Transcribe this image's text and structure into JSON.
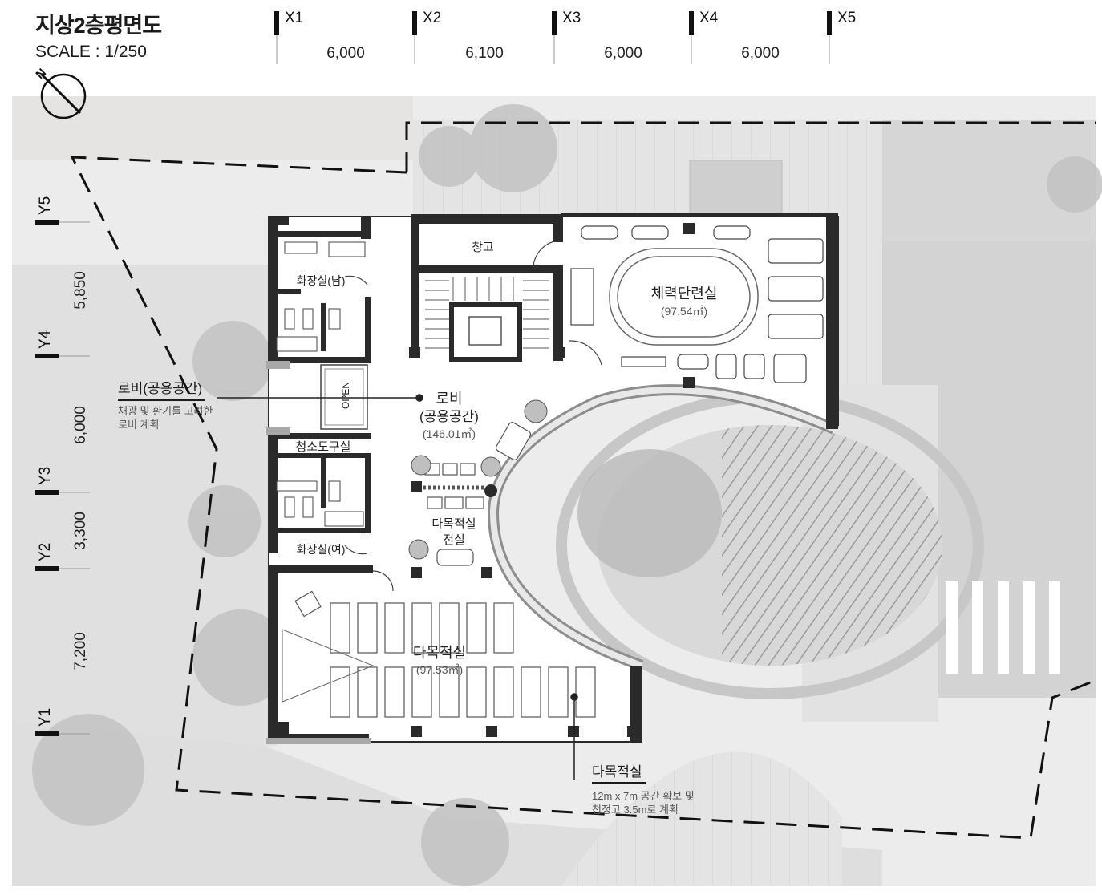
{
  "drawing": {
    "title": "지상2층평면도",
    "scale": "SCALE : 1/250",
    "north_label": "N"
  },
  "grid_x": {
    "labels": [
      "X1",
      "X2",
      "X3",
      "X4",
      "X5"
    ],
    "spans": [
      "6,000",
      "6,100",
      "6,000",
      "6,000"
    ]
  },
  "grid_y": {
    "labels": [
      "Y5",
      "Y4",
      "Y3",
      "Y2",
      "Y1"
    ],
    "spans": [
      "5,850",
      "6,000",
      "3,300",
      "7,200"
    ]
  },
  "rooms": {
    "storage": "창고",
    "fitness_name": "체력단련실",
    "fitness_area": "(97.54㎡)",
    "restroom_men": "화장실(남)",
    "restroom_women": "화장실(여)",
    "janitor": "청소도구실",
    "open_label": "OPEN",
    "lobby_name": "로비",
    "lobby_sub": "(공용공간)",
    "lobby_area": "(146.01㎡)",
    "display_line1": "다목적실",
    "display_line2": "전실",
    "multi_name": "다목적실",
    "multi_area": "(97.53㎡)"
  },
  "callouts": {
    "lobby": {
      "heading": "로비(공용공간)",
      "line1": "채광 및 환기를 고려한",
      "line2": "로비 계획"
    },
    "multi": {
      "heading": "다목적실",
      "line1": "12m x 7m 공간 확보 및",
      "line2": "천정고 3.5m로 계획"
    }
  },
  "colors": {
    "wall": "#2a2a2a",
    "site_bg": "#e9e9e9",
    "paving": "#dcdcdc",
    "tree": "#bdbdbd",
    "interior": "#ffffff"
  }
}
